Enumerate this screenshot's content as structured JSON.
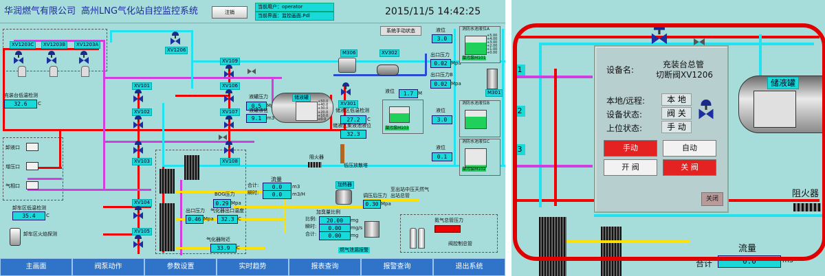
{
  "header": {
    "company": "华润燃气有限公司",
    "system_title": "高州LNG气化站自控监控系统",
    "logout_button": "注销",
    "current_user_label": "当前用户：",
    "current_user": "operator",
    "current_screen_label": "当前界面：",
    "current_screen": "监控画面.Pdl",
    "datetime": "2015/11/5 14:42:25"
  },
  "main": {
    "manual_state_button": "系统手动状态",
    "valves": {
      "xv1203c": "XV1203C",
      "xv1203b": "XV1203B",
      "xv1203a": "XV1203A",
      "xv1206": "XV1206",
      "xv109": "XV109",
      "xv101": "XV101",
      "xv106": "XV106",
      "xv102": "XV102",
      "xv107": "XV107",
      "xv103": "XV103",
      "xv108": "XV108",
      "xv104": "XV104",
      "xv105": "XV105",
      "xv301": "XV301",
      "xv302": "XV302",
      "m306": "M306",
      "m301": "M301"
    },
    "unload_temp": {
      "label": "充装台低温检测",
      "value": "32.6",
      "unit": "C"
    },
    "tank": {
      "label": "储液罐",
      "pressure_label": "液罐压力",
      "pressure_value": "0.5",
      "pressure_unit": "Mpa",
      "level_label": "液罐液位",
      "level_value": "9.1",
      "level_unit": "m3",
      "scale": [
        "+50.0",
        "+40.0",
        "+30.0",
        "+20.0",
        "+10.0",
        "+0.0"
      ]
    },
    "collect_temp": {
      "label": "储液区低温检测",
      "value": "27.2",
      "unit": "C"
    },
    "collect_pool_level": {
      "label": "储液区集液池液位",
      "value": "32.3"
    },
    "liquid_level_1": {
      "label": "液位",
      "value": "1.7",
      "unit": "M"
    },
    "pump_103": "潜污泵M103",
    "fire_pools": [
      {
        "title": "消防水池液位A",
        "level_label": "液位",
        "level_value": "3.0",
        "out_label": "出口压力",
        "out_value": "0.02",
        "unit": "Mpa",
        "pump": "潜污泵M101"
      },
      {
        "title": "消防水池液位B",
        "level_label": "出口压力B",
        "level_value": "0.02",
        "unit": "Mpa"
      },
      {
        "title": "消防水池液位B",
        "level_label": "液位",
        "level_value": "3.0"
      },
      {
        "title": "消防水池液位C",
        "level_label": "液位",
        "level_value": "0.1",
        "pump": "潜污泵M102"
      }
    ],
    "pool_scale": [
      "+5.00",
      "+4.00",
      "+3.00",
      "+2.00",
      "+1.00",
      "+0.00"
    ],
    "entries": [
      "卸液口",
      "增压口",
      "气相口"
    ],
    "flame_arrester": "阻火器",
    "low_vent": "低压放散塔",
    "heater": "加热器",
    "booster_pressure": {
      "label": "调压后压力",
      "value": "0.30",
      "unit": "Mpa"
    },
    "outlet_label": "至出站中压天然气出站总管",
    "unload_low_temp": {
      "label": "卸车区低温检测",
      "value": "35.4",
      "unit": "C"
    },
    "flame_detector": "卸车区火焰探测",
    "bog_pressure": {
      "label": "BOG压力",
      "value": "0.29",
      "unit": "Mpa"
    },
    "outlet_pressure": {
      "label": "出口压力",
      "value": "0.46",
      "unit": "Mpa"
    },
    "vaporizer_temp": {
      "label": "气化器出口温度",
      "value": "32.3",
      "unit": "C"
    },
    "gas_temp": {
      "label": "气化器附近",
      "value": "33.9",
      "unit": "C"
    },
    "flow": {
      "title": "流量",
      "total_label": "合计:",
      "total_value": "0.0",
      "total_unit": "m3",
      "instant_label": "瞬时:",
      "instant_value": "0.0",
      "instant_unit": "m3/H"
    },
    "odorant": {
      "title": "加臭量比例",
      "ratio_label": "比例:",
      "ratio_value": "20.00",
      "ratio_unit": "mg",
      "instant_label": "瞬时:",
      "instant_value": "0.00",
      "instant_unit": "mg/s",
      "total_label": "合计:",
      "total_value": "0.00",
      "total_unit": "mg"
    },
    "nitrogen": {
      "label": "氮气总管压力",
      "control": "阀控制总管"
    },
    "gas_alarm": "燃气泄漏报警"
  },
  "nav": [
    "主画面",
    "阀泵动作",
    "参数设置",
    "实时趋势",
    "报表查询",
    "报警查询",
    "退出系统"
  ],
  "dialog": {
    "device_label": "设备名:",
    "device_name_line1": "充装台总管",
    "device_name_line2": "切断阀XV1206",
    "local_remote_label": "本地/远程:",
    "local_remote_value": "本 地",
    "device_state_label": "设备状态:",
    "device_state_value": "阀 关",
    "upper_state_label": "上位状态:",
    "upper_state_value": "手 动",
    "manual_button": "手动",
    "auto_button": "自动",
    "open_button": "开 阀",
    "close_button": "关 阀",
    "close_dialog_button": "关闭",
    "bg_tank_label": "储液罐",
    "bg_flame_arrester": "阻火器",
    "bg_flow_label": "流量",
    "bg_flow_value": "0.0",
    "bg_flow_unit": "m3",
    "bg_total_label": "合计",
    "bg_left_numbers": [
      "1",
      "2",
      "3"
    ]
  },
  "colors": {
    "bg": "#a6dcd9",
    "header_text": "#1b2a9c",
    "pipe_red": "#e00000",
    "pipe_magenta": "#d23ddd",
    "pipe_cyan": "#24e1f0",
    "pipe_yellow": "#ffe000",
    "nav_blue": "#2f74c8",
    "button_red": "#e42222",
    "button_white": "#f2f2f2"
  }
}
